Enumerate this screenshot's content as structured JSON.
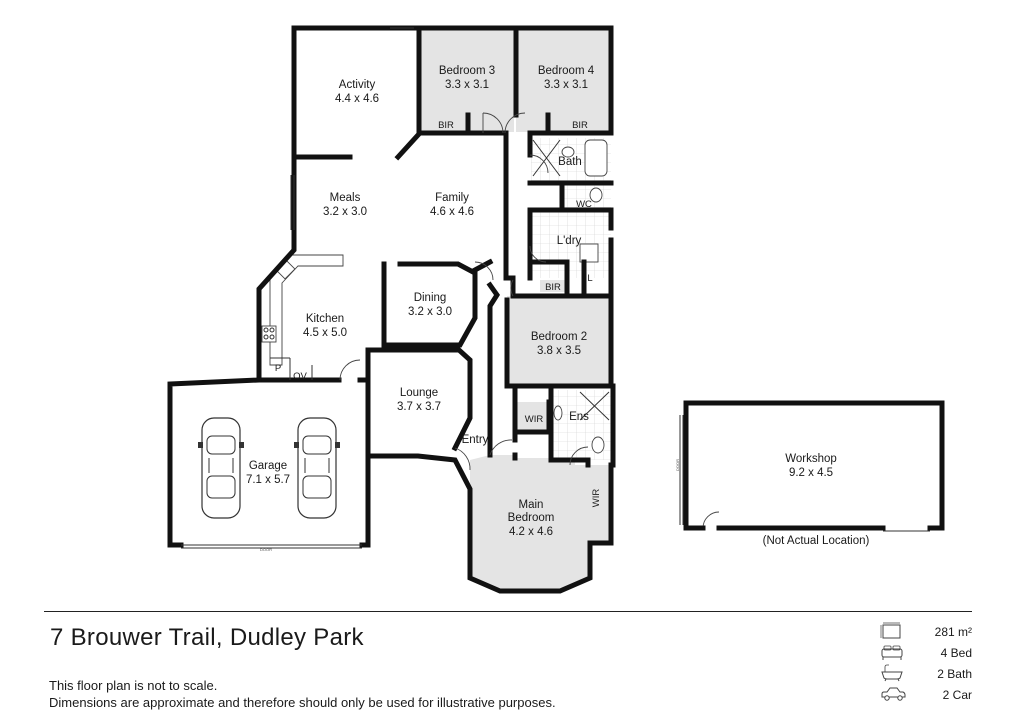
{
  "plan": {
    "rooms": [
      {
        "id": "activity",
        "name": "Activity",
        "size": "4.4 x 4.6"
      },
      {
        "id": "bedroom3",
        "name": "Bedroom 3",
        "size": "3.3 x 3.1"
      },
      {
        "id": "bedroom4",
        "name": "Bedroom 4",
        "size": "3.3 x 3.1"
      },
      {
        "id": "bath",
        "name": "Bath",
        "size": ""
      },
      {
        "id": "wc",
        "name": "WC",
        "size": ""
      },
      {
        "id": "laundry",
        "name": "L'dry",
        "size": ""
      },
      {
        "id": "meals",
        "name": "Meals",
        "size": "3.2 x 3.0"
      },
      {
        "id": "family",
        "name": "Family",
        "size": "4.6 x 4.6"
      },
      {
        "id": "dining",
        "name": "Dining",
        "size": "3.2 x 3.0"
      },
      {
        "id": "kitchen",
        "name": "Kitchen",
        "size": "4.5 x 5.0"
      },
      {
        "id": "bedroom2",
        "name": "Bedroom 2",
        "size": "3.8 x 3.5"
      },
      {
        "id": "lounge",
        "name": "Lounge",
        "size": "3.7 x 3.7"
      },
      {
        "id": "garage",
        "name": "Garage",
        "size": "7.1 x 5.7"
      },
      {
        "id": "entry",
        "name": "Entry",
        "size": ""
      },
      {
        "id": "mainbed",
        "name": "Main",
        "name2": "Bedroom",
        "size": "4.2 x 4.6"
      },
      {
        "id": "ensuite",
        "name": "Ens",
        "size": ""
      },
      {
        "id": "workshop",
        "name": "Workshop",
        "size": "9.2 x 4.5"
      }
    ],
    "small_labels": {
      "bir_bed3": "BIR",
      "bir_bed4": "BIR",
      "bir_bed2": "BIR",
      "wir_main": "WIR",
      "wir_side": "WIR",
      "linen": "L",
      "pantry": "P",
      "oven": "OV",
      "garage_door": "DOOR",
      "workshop_door": "DOOR"
    },
    "workshop_note": "(Not Actual Location)"
  },
  "footer": {
    "address": "7 Brouwer Trail, Dudley Park",
    "disclaimer_1": "This floor plan is not to scale.",
    "disclaimer_2": "Dimensions are approximate and therefore should only be used for illustrative purposes.",
    "stats": [
      {
        "icon": "floor-area-icon",
        "value": "281 m²"
      },
      {
        "icon": "bed-icon",
        "value": "4 Bed"
      },
      {
        "icon": "bath-icon",
        "value": "2 Bath"
      },
      {
        "icon": "car-icon",
        "value": "2 Car"
      }
    ]
  }
}
